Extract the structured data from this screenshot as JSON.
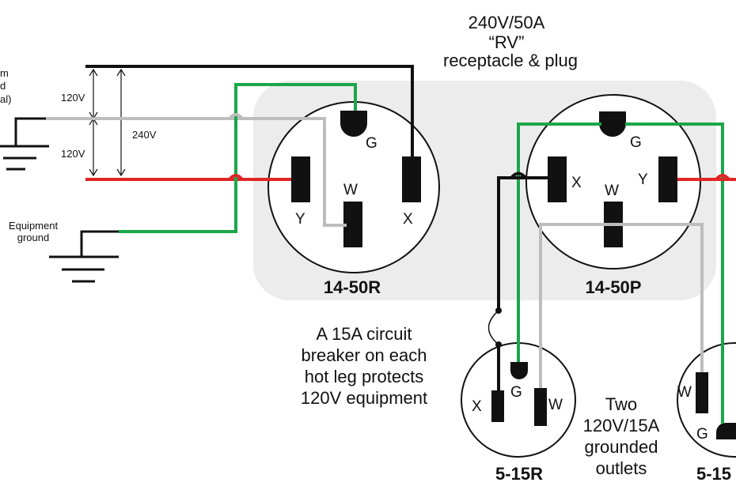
{
  "title": {
    "line1": "240V/50A",
    "line2": "“RV”",
    "line3": "receptacle & plug"
  },
  "source": {
    "partial_line1": "m",
    "partial_line2": "d",
    "partial_line3": "al)"
  },
  "dimensions": {
    "upper": "120V",
    "lower": "120V",
    "total": "240V"
  },
  "equipment_ground": {
    "line1": "Equipment",
    "line2": "ground"
  },
  "receptacle_1450r": {
    "name": "14-50R",
    "pin_g": "G",
    "pin_y": "Y",
    "pin_w": "W",
    "pin_x": "X"
  },
  "plug_1450p": {
    "name": "14-50P",
    "pin_g": "G",
    "pin_x": "X",
    "pin_w": "W",
    "pin_y": "Y"
  },
  "breaker_note": {
    "line1": "A  15A circuit",
    "line2": "breaker on each",
    "line3": "hot leg protects",
    "line4": "120V equipment"
  },
  "outlet_left": {
    "name": "5-15R",
    "pin_x": "X",
    "pin_g": "G",
    "pin_w": "W"
  },
  "outlets_note": {
    "line1": "Two",
    "line2": "120V/15A",
    "line3": "grounded",
    "line4": "outlets"
  },
  "outlet_right": {
    "name": "5-15",
    "pin_w": "W",
    "pin_g": "G"
  },
  "colors": {
    "hot_x": "#111111",
    "hot_y": "#e02424",
    "neutral": "#bdbdbd",
    "ground": "#1aa64a",
    "panel": "#ececec"
  }
}
